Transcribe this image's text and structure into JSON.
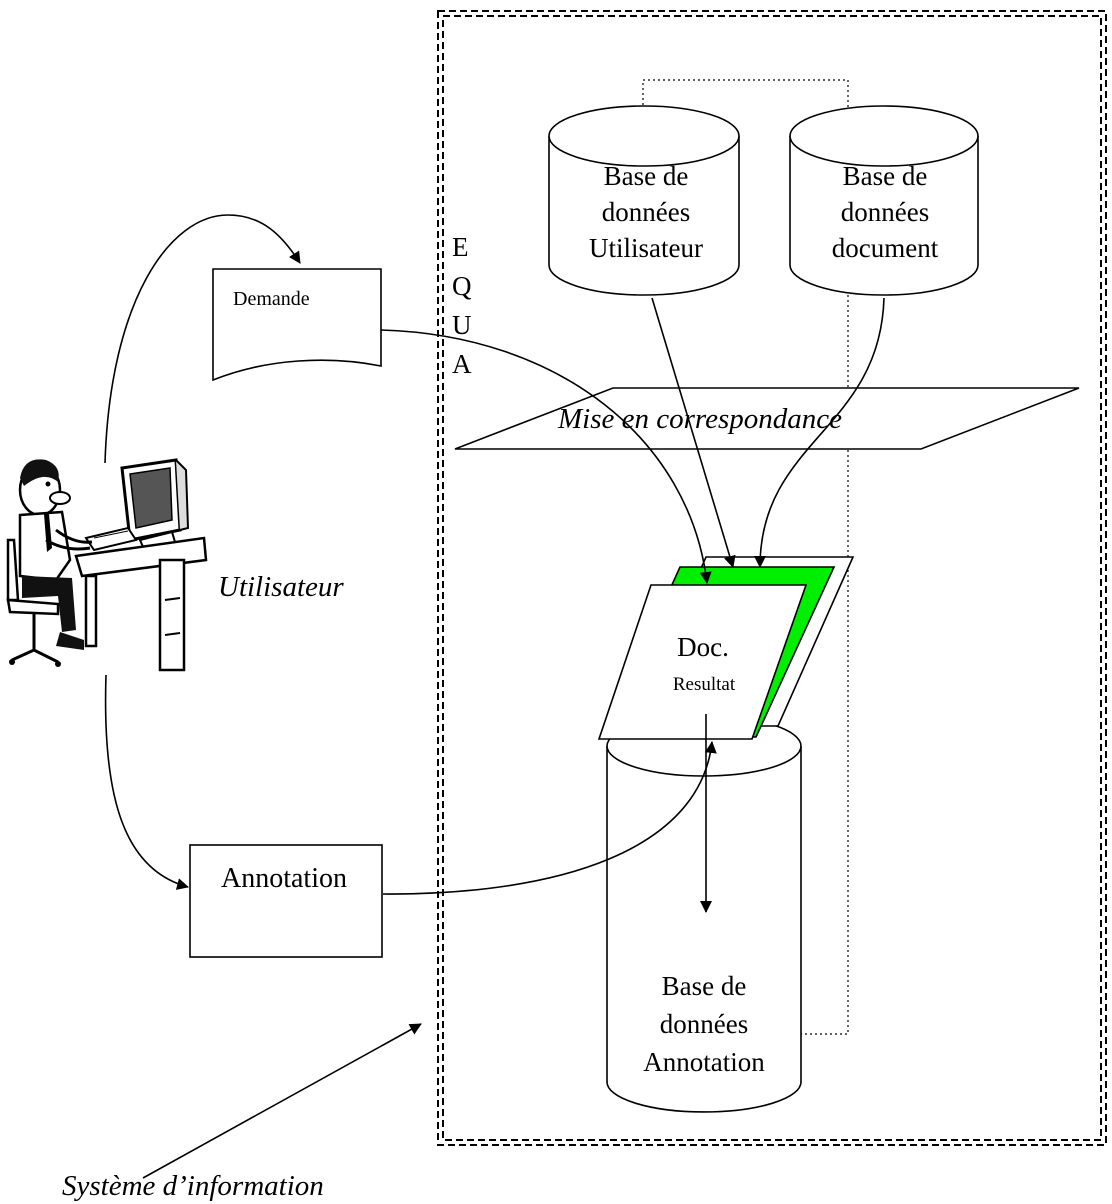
{
  "nodes": {
    "demande": {
      "label": "Demande"
    },
    "annotation": {
      "label": "Annotation"
    },
    "utilisateur": {
      "label": "Utilisateur"
    },
    "equa": {
      "letters": [
        "E",
        "Q",
        "U",
        "A"
      ]
    },
    "db_utilisateur": {
      "lines": [
        "Base de",
        "données",
        "Utilisateur"
      ]
    },
    "db_document": {
      "lines": [
        "Base de",
        "données",
        "document"
      ]
    },
    "db_annotation": {
      "lines": [
        "Base de",
        "données",
        "Annotation"
      ]
    },
    "mise_en_correspondance": {
      "label": "Mise en correspondance"
    },
    "doc_resultat": {
      "line1": "Doc.",
      "line2": "Resultat"
    },
    "systeme_information": {
      "label": "Système d’information"
    }
  },
  "colors": {
    "highlight_green": "#00ee00",
    "stroke": "#000000",
    "background": "#ffffff"
  },
  "icons": {
    "user": "person-at-computer-icon"
  }
}
